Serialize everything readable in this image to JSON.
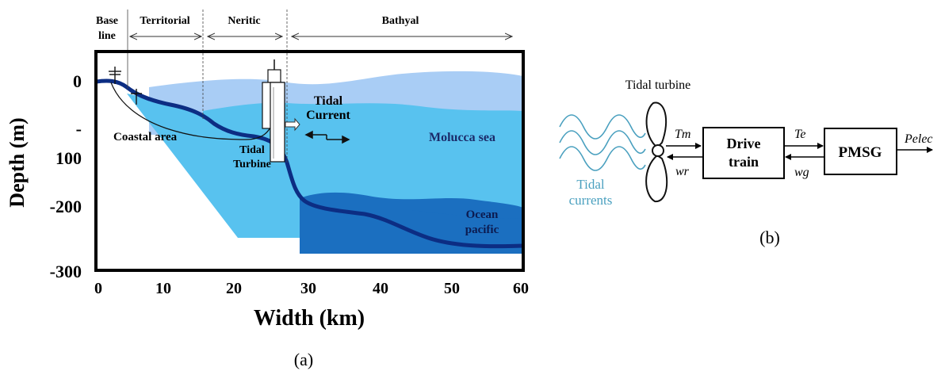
{
  "panel_a": {
    "zones": {
      "baseline": "Base line",
      "baseline_line1": "Base",
      "baseline_line2": "line",
      "territorial": "Territorial",
      "neritic": "Neritic",
      "bathyal": "Bathyal"
    },
    "labels": {
      "coastal_area": "Coastal area",
      "tidal_turbine_line1": "Tidal",
      "tidal_turbine_line2": "Turbine",
      "tidal_current_line1": "Tidal",
      "tidal_current_line2": "Current",
      "molucca_sea": "Molucca sea",
      "ocean_pacific_line1": "Ocean",
      "ocean_pacific_line2": "pacific"
    },
    "y_axis": {
      "label": "Depth (m)",
      "ticks": [
        "0",
        "-",
        "100",
        "-200",
        "-300"
      ]
    },
    "x_axis": {
      "label": "Width (km)",
      "ticks": [
        "0",
        "10",
        "20",
        "30",
        "40",
        "50",
        "60"
      ]
    },
    "caption": "(a)",
    "colors": {
      "shallow": "#a9cdf5",
      "mid": "#58c2ef",
      "deep": "#1b6fc0",
      "seabed": "#0c2d83"
    }
  },
  "panel_b": {
    "title": "Tidal turbine",
    "tidal_currents_line1": "Tidal",
    "tidal_currents_line2": "currents",
    "tm": "Tm",
    "wr": "wr",
    "te": "Te",
    "wg": "wg",
    "drive_train_line1": "Drive",
    "drive_train_line2": "train",
    "pmsg": "PMSG",
    "pelec": "Pelec",
    "caption": "(b)",
    "colors": {
      "currents": "#4aa0bf"
    }
  }
}
